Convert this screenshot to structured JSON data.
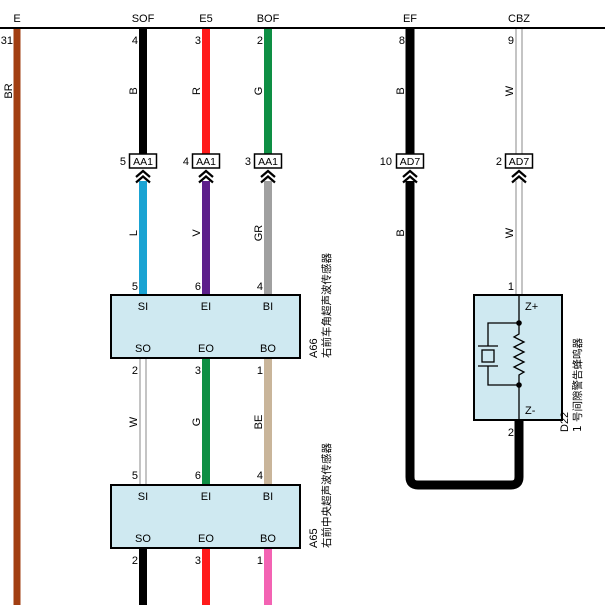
{
  "component_fill": "#cfe9f1",
  "top_circuits": [
    {
      "label": "E",
      "pin": "31",
      "color_code": "BR",
      "wire_color": "#a23f12"
    },
    {
      "label": "SOF",
      "pin": "4",
      "color_code": "B",
      "wire_color": "#000000"
    },
    {
      "label": "E5",
      "pin": "3",
      "color_code": "R",
      "wire_color": "#ff1a1a"
    },
    {
      "label": "BOF",
      "pin": "2",
      "color_code": "G",
      "wire_color": "#0e8f44"
    },
    {
      "label": "EF",
      "pin": "8",
      "color_code": "B",
      "wire_color": "#000000"
    },
    {
      "label": "CBZ",
      "pin": "9",
      "color_code": "W",
      "wire_color": "#ffffff"
    }
  ],
  "inline_connectors": [
    {
      "name": "AA1",
      "pin": "5"
    },
    {
      "name": "AA1",
      "pin": "4"
    },
    {
      "name": "AA1",
      "pin": "3"
    },
    {
      "name": "AD7",
      "pin": "10"
    },
    {
      "name": "AD7",
      "pin": "2"
    }
  ],
  "branch_wires": [
    {
      "color_code": "L",
      "wire_color": "#1aa3d3"
    },
    {
      "color_code": "V",
      "wire_color": "#5d1f8b"
    },
    {
      "color_code": "GR",
      "wire_color": "#a0a0a0"
    },
    {
      "color_code": "B",
      "wire_color": "#000000"
    },
    {
      "color_code": "W",
      "wire_color": "#ffffff"
    }
  ],
  "a66_to_a65_wires": [
    {
      "color_code": "W",
      "wire_color": "#ffffff"
    },
    {
      "color_code": "G",
      "wire_color": "#0e8f44"
    },
    {
      "color_code": "BE",
      "wire_color": "#c9b59a"
    }
  ],
  "components": {
    "A66": {
      "id": "A66",
      "name": "右前车角超声波传感器",
      "input_pins": [
        {
          "label": "SI",
          "number": "5"
        },
        {
          "label": "EI",
          "number": "6"
        },
        {
          "label": "BI",
          "number": "4"
        }
      ],
      "output_pins": [
        {
          "label": "SO",
          "number": "2"
        },
        {
          "label": "EO",
          "number": "3"
        },
        {
          "label": "BO",
          "number": "1"
        }
      ]
    },
    "A65": {
      "id": "A65",
      "name": "右前中央超声波传感器",
      "input_pins": [
        {
          "label": "SI",
          "number": "5"
        },
        {
          "label": "EI",
          "number": "6"
        },
        {
          "label": "BI",
          "number": "4"
        }
      ],
      "output_pins": [
        {
          "label": "SO",
          "number": "2"
        },
        {
          "label": "EO",
          "number": "3"
        },
        {
          "label": "BO",
          "number": "1"
        }
      ],
      "output_wire_colors": [
        "#000000",
        "#ff1a1a",
        "#f363b3"
      ]
    },
    "D22": {
      "id": "D22",
      "name": "1 号间隙警告蜂鸣器",
      "pins": [
        {
          "label": "Z+",
          "number": "1"
        },
        {
          "label": "Z-",
          "number": "2"
        }
      ]
    }
  }
}
